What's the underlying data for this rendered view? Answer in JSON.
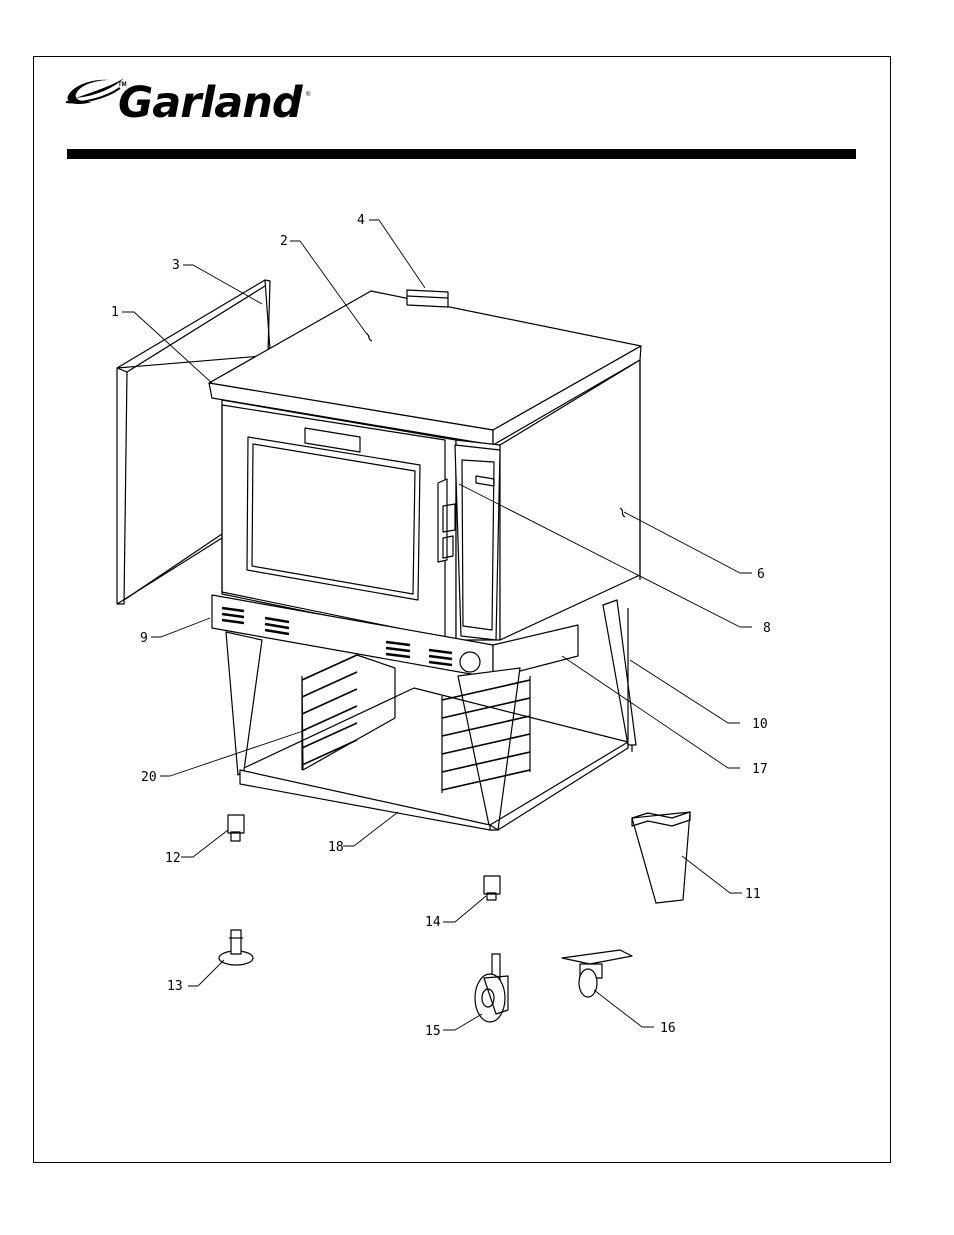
{
  "header": {
    "brand": "Garland",
    "trademark": "TM",
    "registered": "®"
  },
  "callouts": [
    {
      "id": "c1",
      "label": "1"
    },
    {
      "id": "c2",
      "label": "2"
    },
    {
      "id": "c3",
      "label": "3"
    },
    {
      "id": "c4",
      "label": "4"
    },
    {
      "id": "c6",
      "label": "6"
    },
    {
      "id": "c8",
      "label": "8"
    },
    {
      "id": "c9",
      "label": "9"
    },
    {
      "id": "c10",
      "label": "10"
    },
    {
      "id": "c11",
      "label": "11"
    },
    {
      "id": "c12",
      "label": "12"
    },
    {
      "id": "c13",
      "label": "13"
    },
    {
      "id": "c14",
      "label": "14"
    },
    {
      "id": "c15",
      "label": "15"
    },
    {
      "id": "c16",
      "label": "16"
    },
    {
      "id": "c17",
      "label": "17"
    },
    {
      "id": "c18",
      "label": "18"
    },
    {
      "id": "c20",
      "label": "20"
    }
  ]
}
